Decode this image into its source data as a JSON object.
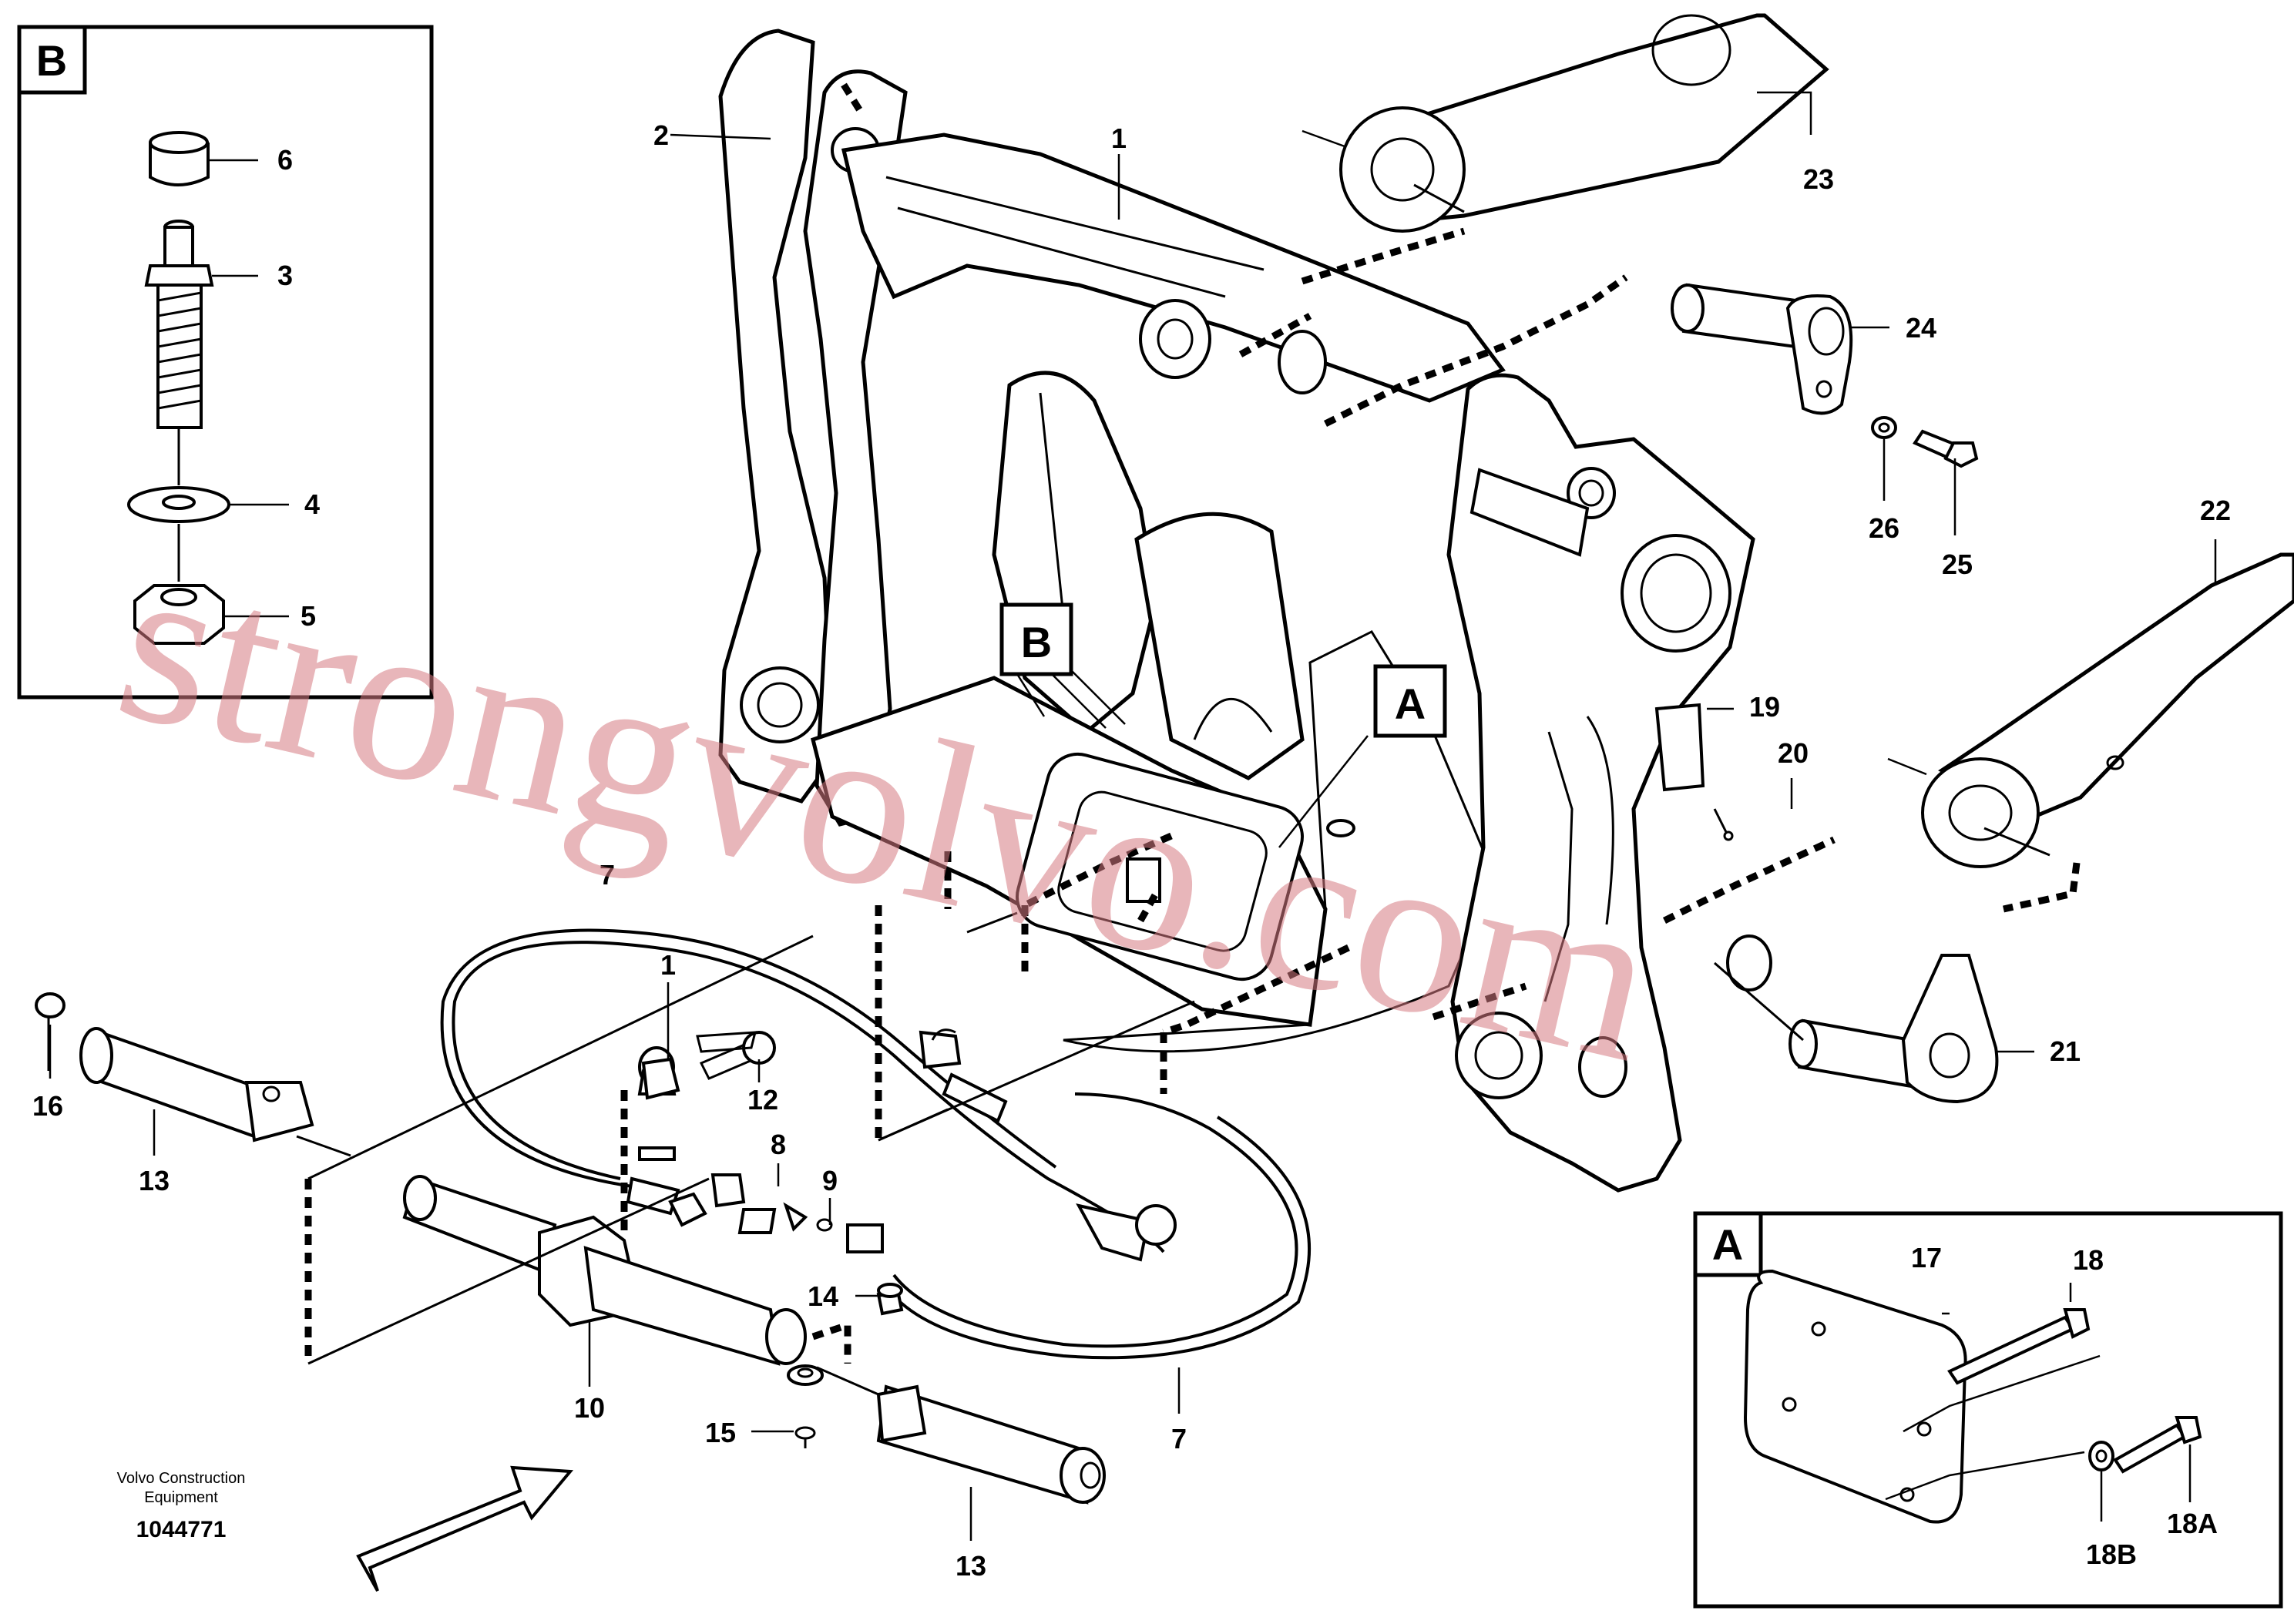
{
  "detail_b": {
    "label": "B",
    "callouts": [
      "6",
      "3",
      "4",
      "5"
    ]
  },
  "detail_a": {
    "label": "A",
    "callouts": [
      "17",
      "18",
      "18A",
      "18B"
    ]
  },
  "main_markers": {
    "marker_b": "B",
    "marker_a": "A"
  },
  "callouts": {
    "c1": "1",
    "c2": "2",
    "c23": "23",
    "c24": "24",
    "c26": "26",
    "c25": "25",
    "c22": "22",
    "c19": "19",
    "c20": "20",
    "c21": "21",
    "c7a": "7",
    "c1b": "1",
    "c12": "12",
    "c8": "8",
    "c9": "9",
    "c14": "14",
    "c16": "16",
    "c13a": "13",
    "c10": "10",
    "c15": "15",
    "c7b": "7",
    "c13b": "13"
  },
  "caption": {
    "line1": "Volvo Construction",
    "line2": "Equipment",
    "part_number": "1044771"
  },
  "watermark": "strongvolvo.com",
  "colors": {
    "line": "#000000",
    "watermark": "#d77b82",
    "background": "#ffffff"
  }
}
